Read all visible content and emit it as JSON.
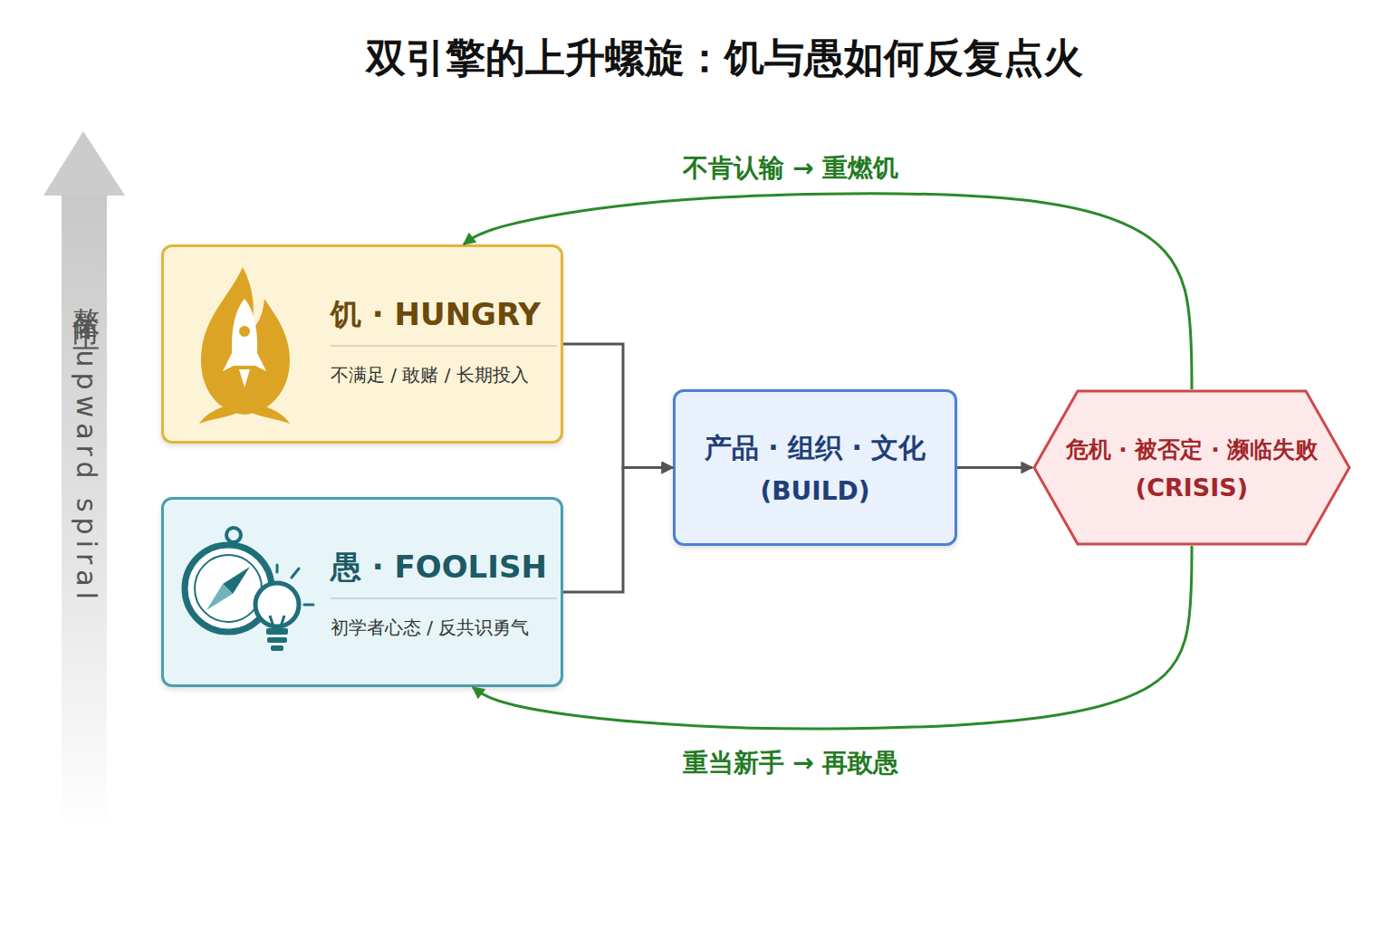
{
  "diagram": {
    "title": "双引擎的上升螺旋：饥与愚如何反复点火",
    "nodes": [
      {
        "text": [
          "饥 · HUNGRY",
          "不满足 / 敢赌 / 长期投入"
        ]
      },
      {
        "text": [
          "愚 · FOOLISH",
          "初学者心态 / 反共识勇气"
        ]
      },
      {
        "text": [
          "产品 · 组织 · 文化",
          "(BUILD)"
        ]
      },
      {
        "text": [
          "危机 · 被否定 · 濒临失败",
          "(CRISIS)"
        ]
      }
    ],
    "edges": [
      {
        "from": 0,
        "to": 2,
        "arrow": "to"
      },
      {
        "from": 1,
        "to": 2,
        "arrow": "to"
      },
      {
        "from": 2,
        "to": 3,
        "arrow": "to"
      },
      {
        "from": 3,
        "to": 0,
        "label": "不肯认输 → 重燃饥",
        "arrow": "to"
      },
      {
        "from": 3,
        "to": 1,
        "label": "重当新手 → 再敢愚",
        "arrow": "to"
      }
    ],
    "labels": [
      "整体向上 · upward spiral"
    ]
  }
}
